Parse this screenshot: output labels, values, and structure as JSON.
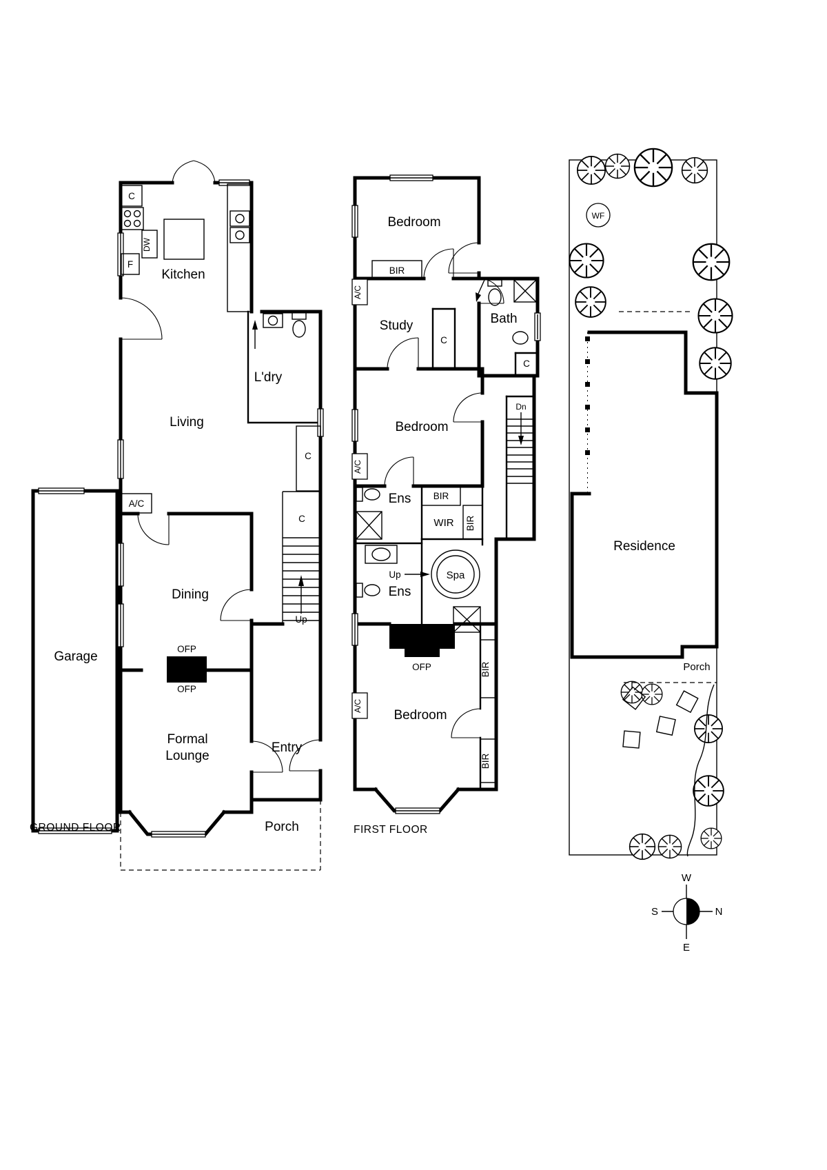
{
  "ground_floor": {
    "title": "GROUND FLOOR",
    "kitchen": "Kitchen",
    "living": "Living",
    "laundry": "L'dry",
    "dining": "Dining",
    "garage": "Garage",
    "formal_line1": "Formal",
    "formal_line2": "Lounge",
    "entry": "Entry",
    "porch": "Porch",
    "closet_pantry": "C",
    "dishwasher": "DW",
    "fridge": "F",
    "ac": "A/C",
    "closet_hall": "C",
    "closet_stair": "C",
    "ofp_upper": "OFP",
    "ofp_lower": "OFP",
    "up": "Up"
  },
  "first_floor": {
    "title": "FIRST FLOOR",
    "bedroom_top": "Bedroom",
    "bedroom_mid": "Bedroom",
    "bedroom_bottom": "Bedroom",
    "study": "Study",
    "bath": "Bath",
    "ens_upper": "Ens",
    "ens_lower": "Ens",
    "wir": "WIR",
    "spa": "Spa",
    "up": "Up",
    "dn": "Dn",
    "ofp": "OFP",
    "bir_top": "BIR",
    "bir_mid": "BIR",
    "bir_side": "BIR",
    "bir_lower1": "BIR",
    "bir_lower2": "BIR",
    "closet_study": "C",
    "closet_bath": "C",
    "ac_top": "A/C",
    "ac_mid": "A/C",
    "ac_bottom": "A/C"
  },
  "site_plan": {
    "residence": "Residence",
    "porch": "Porch",
    "wf": "WF"
  },
  "compass": {
    "n": "N",
    "s": "S",
    "e": "E",
    "w": "W"
  }
}
